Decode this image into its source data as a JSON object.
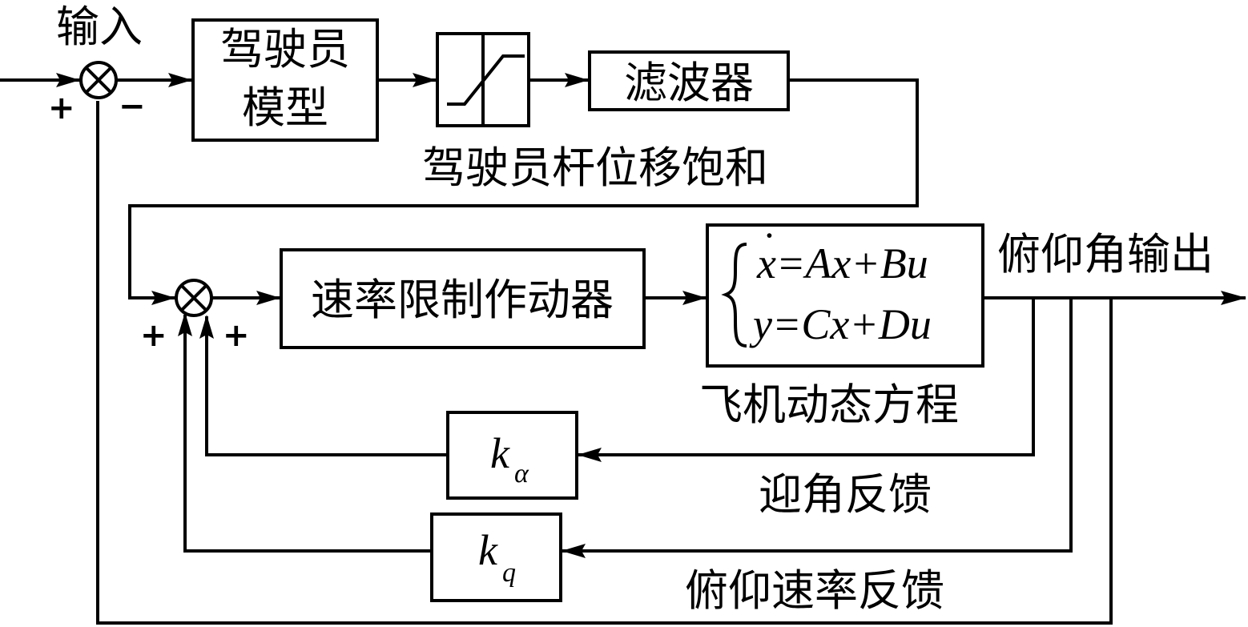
{
  "labels": {
    "input": "输入",
    "pilot_model_line1": "驾驶员",
    "pilot_model_line2": "模型",
    "filter": "滤波器",
    "stick_saturation": "驾驶员杆位移饱和",
    "rate_limited_actuator": "速率限制作动器",
    "aircraft_dynamics": "飞机动态方程",
    "pitch_output": "俯仰角输出",
    "aoa_feedback": "迎角反馈",
    "pitch_rate_feedback": "俯仰速率反馈"
  },
  "equations": {
    "state_eq": "x=Ax+Bu",
    "output_eq": "y=Cx+Du"
  },
  "gains": {
    "k_alpha": {
      "main": "k",
      "sub": "α"
    },
    "k_q": {
      "main": "k",
      "sub": "q"
    }
  },
  "signs": {
    "sum1_left": "+",
    "sum1_bottom": "−",
    "sum2_left": "+",
    "sum2_right": "+"
  }
}
